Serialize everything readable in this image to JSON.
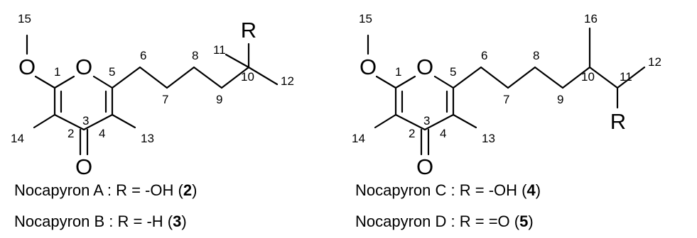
{
  "structures": [
    {
      "atoms": {
        "ring_oxygen": "O",
        "methoxy_oxygen": "O",
        "carbonyl_oxygen": "O",
        "substituent": "R"
      },
      "numbers": [
        "1",
        "2",
        "3",
        "4",
        "5",
        "6",
        "7",
        "8",
        "9",
        "10",
        "11",
        "12",
        "13",
        "14",
        "15"
      ],
      "captions": [
        {
          "text": "Nocapyron A : R = -OH (",
          "compound": "2",
          "close": ")"
        },
        {
          "text": "Nocapyron B : R = -H (",
          "compound": "3",
          "close": ")"
        }
      ]
    },
    {
      "atoms": {
        "ring_oxygen": "O",
        "methoxy_oxygen": "O",
        "carbonyl_oxygen": "O",
        "substituent": "R"
      },
      "numbers": [
        "1",
        "2",
        "3",
        "4",
        "5",
        "6",
        "7",
        "8",
        "9",
        "10",
        "11",
        "12",
        "13",
        "14",
        "15",
        "16"
      ],
      "captions": [
        {
          "text": "Nocapyron C : R = -OH (",
          "compound": "4",
          "close": ")"
        },
        {
          "text": "Nocapyron D : R = =O (",
          "compound": "5",
          "close": ")"
        }
      ]
    }
  ]
}
